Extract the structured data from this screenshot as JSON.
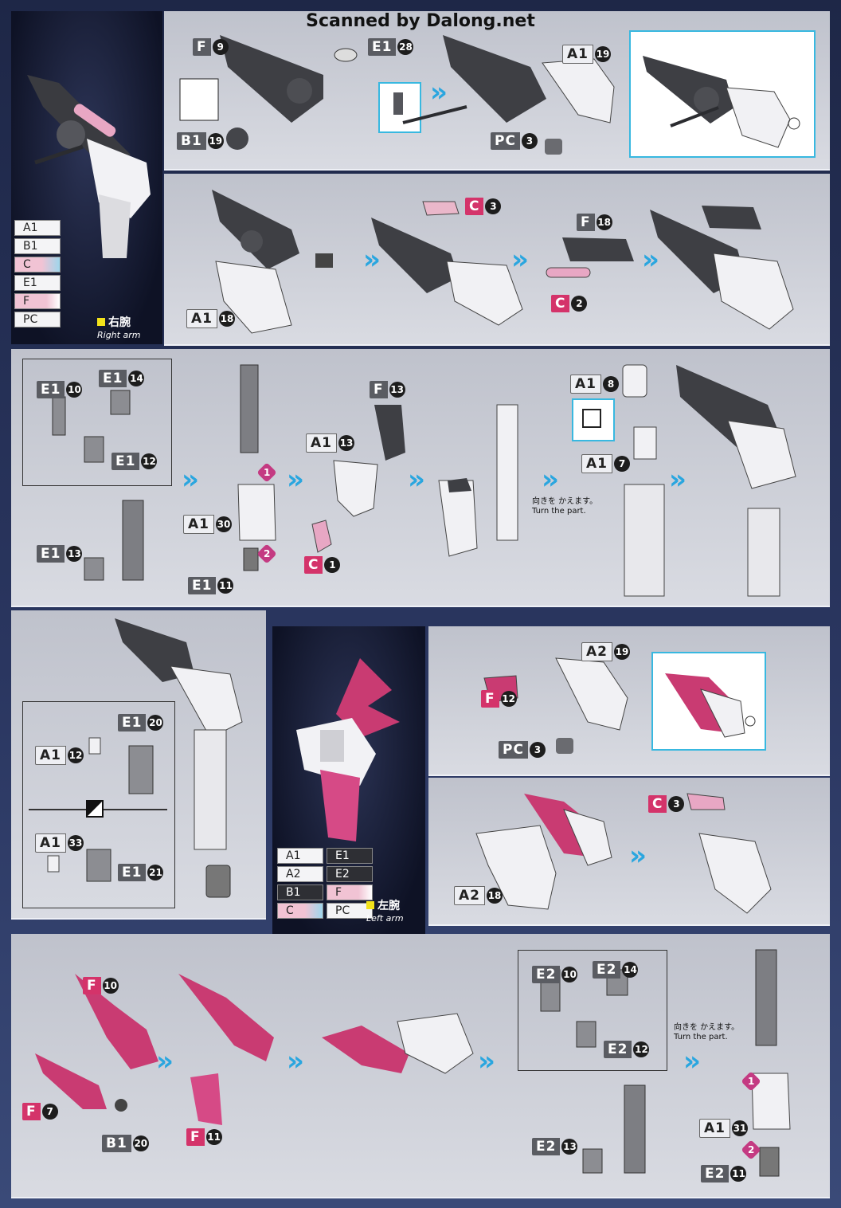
{
  "watermark": "Scanned by Dalong.net",
  "right_arm": {
    "jp": "右腕",
    "en": "Right arm",
    "runners": [
      "A1",
      "B1",
      "C",
      "E1",
      "F",
      "PC"
    ]
  },
  "left_arm": {
    "jp": "左腕",
    "en": "Left arm",
    "runners_col1": [
      "A1",
      "A2",
      "B1",
      "C"
    ],
    "runners_col2": [
      "E1",
      "E2",
      "F",
      "PC"
    ]
  },
  "turn_part": {
    "jp": "向きを かえます。",
    "en": "Turn the part."
  },
  "steps": {
    "one": "1",
    "two": "2"
  },
  "tags": {
    "f9": {
      "l": "F",
      "n": "9"
    },
    "e1_28": {
      "l": "E1",
      "n": "28"
    },
    "a1_19": {
      "l": "A1",
      "n": "19"
    },
    "b1_19": {
      "l": "B1",
      "n": "19"
    },
    "pc3a": {
      "l": "PC",
      "n": "3"
    },
    "c3a": {
      "l": "C",
      "n": "3"
    },
    "f18": {
      "l": "F",
      "n": "18"
    },
    "c2": {
      "l": "C",
      "n": "2"
    },
    "a1_18": {
      "l": "A1",
      "n": "18"
    },
    "e1_10": {
      "l": "E1",
      "n": "10"
    },
    "e1_14": {
      "l": "E1",
      "n": "14"
    },
    "e1_12": {
      "l": "E1",
      "n": "12"
    },
    "e1_13": {
      "l": "E1",
      "n": "13"
    },
    "a1_30": {
      "l": "A1",
      "n": "30"
    },
    "e1_11": {
      "l": "E1",
      "n": "11"
    },
    "a1_13": {
      "l": "A1",
      "n": "13"
    },
    "f13": {
      "l": "F",
      "n": "13"
    },
    "c1": {
      "l": "C",
      "n": "1"
    },
    "a1_8": {
      "l": "A1",
      "n": "8"
    },
    "a1_7": {
      "l": "A1",
      "n": "7"
    },
    "e1_20": {
      "l": "E1",
      "n": "20"
    },
    "a1_12": {
      "l": "A1",
      "n": "12"
    },
    "a1_33": {
      "l": "A1",
      "n": "33"
    },
    "e1_21": {
      "l": "E1",
      "n": "21"
    },
    "a2_19": {
      "l": "A2",
      "n": "19"
    },
    "f12": {
      "l": "F",
      "n": "12"
    },
    "pc3b": {
      "l": "PC",
      "n": "3"
    },
    "c3b": {
      "l": "C",
      "n": "3"
    },
    "a2_18": {
      "l": "A2",
      "n": "18"
    },
    "f10": {
      "l": "F",
      "n": "10"
    },
    "f7": {
      "l": "F",
      "n": "7"
    },
    "b1_20": {
      "l": "B1",
      "n": "20"
    },
    "f11": {
      "l": "F",
      "n": "11"
    },
    "e2_10": {
      "l": "E2",
      "n": "10"
    },
    "e2_14": {
      "l": "E2",
      "n": "14"
    },
    "e2_12": {
      "l": "E2",
      "n": "12"
    },
    "e2_13": {
      "l": "E2",
      "n": "13"
    },
    "a1_31": {
      "l": "A1",
      "n": "31"
    },
    "e2_11": {
      "l": "E2",
      "n": "11"
    }
  },
  "arrow_glyph": "»",
  "colors": {
    "accent_arrow": "#2aa6df",
    "pink_part": "#d4336a",
    "gray_part": "#5a5c62"
  }
}
